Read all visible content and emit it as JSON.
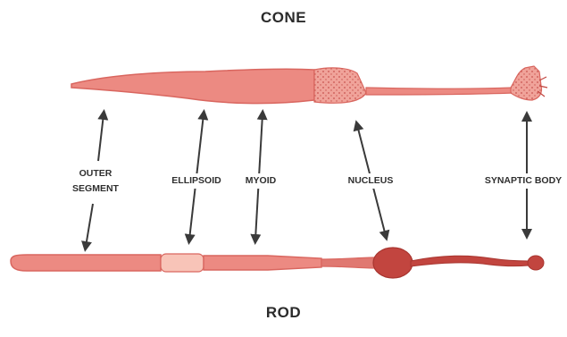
{
  "titles": {
    "cone": "CONE",
    "rod": "ROD"
  },
  "labels": {
    "outer_segment_line1": "OUTER",
    "outer_segment_line2": "SEGMENT",
    "ellipsoid": "ELLIPSOID",
    "myoid": "MYOID",
    "nucleus": "NUCLEUS",
    "synaptic_body": "SYNAPTIC BODY"
  },
  "colors": {
    "cell_fill": "#ec8a82",
    "cell_dark": "#d9665f",
    "rod_nucleus": "#c2453f",
    "ellipsoid_highlight": "#f8c4b8",
    "arrow": "#3a3a3a",
    "text": "#2b2b2b"
  }
}
